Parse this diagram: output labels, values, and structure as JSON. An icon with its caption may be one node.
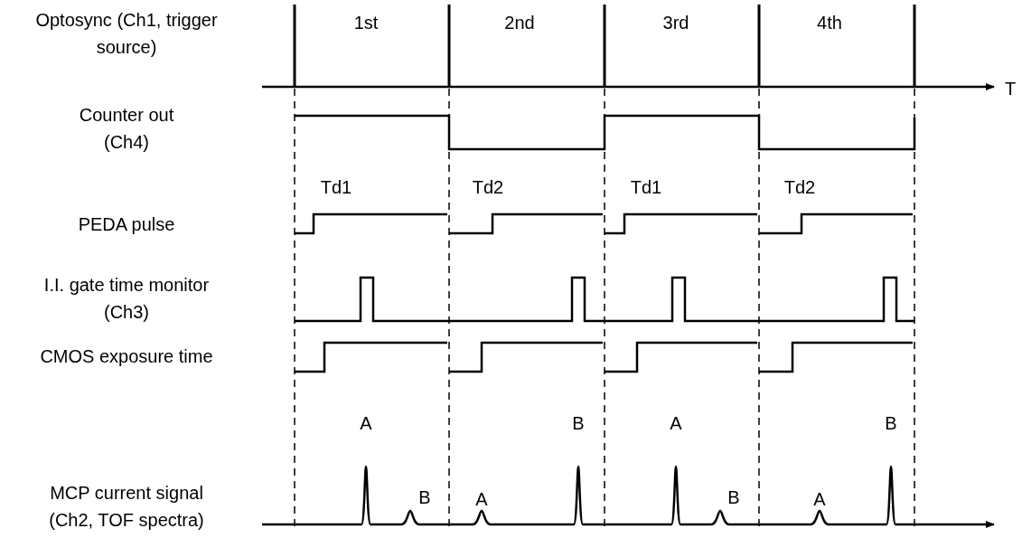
{
  "diagram": {
    "labels": [
      "Optosync (Ch1, trigger source)",
      "1st",
      "2nd",
      "3rd",
      "4th",
      "T",
      "Counter out (Ch4)",
      "Td1",
      "Td2",
      "Td1",
      "Td2",
      "PEDA pulse",
      "I.I. gate time monitor (Ch3)",
      "CMOS exposure time",
      "A",
      "B",
      "B",
      "A",
      "A",
      "B",
      "B",
      "A",
      "MCP current signal (Ch2, TOF spectra)"
    ]
  }
}
